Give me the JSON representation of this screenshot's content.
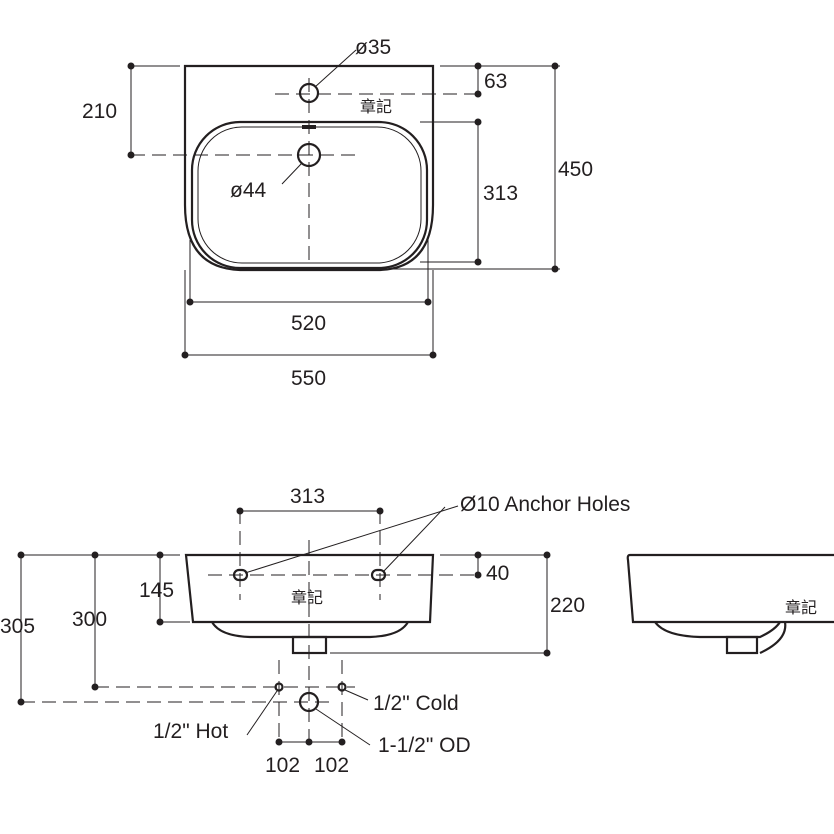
{
  "top_view": {
    "tap_hole": "ø35",
    "waste_hole": "ø44",
    "mark": "章記",
    "dim_tap_to_drain": "210",
    "dim_tap_offset": "63",
    "dim_bowl_depth": "313",
    "dim_depth": "450",
    "dim_bowl_width": "520",
    "dim_width": "550"
  },
  "front_view": {
    "dim_anchor_spacing": "313",
    "anchor_label": "Ø10 Anchor Holes",
    "dim_anchor_height": "40",
    "dim_body_height": "145",
    "dim_total_height": "220",
    "dim_waste_height": "305",
    "dim_supply_height": "300",
    "mark": "章記",
    "cold": "1/2\" Cold",
    "hot": "1/2\" Hot",
    "waste": "1-1/2\" OD",
    "dim_hot_offset": "102",
    "dim_cold_offset": "102"
  },
  "side_view": {
    "mark": "章記"
  }
}
